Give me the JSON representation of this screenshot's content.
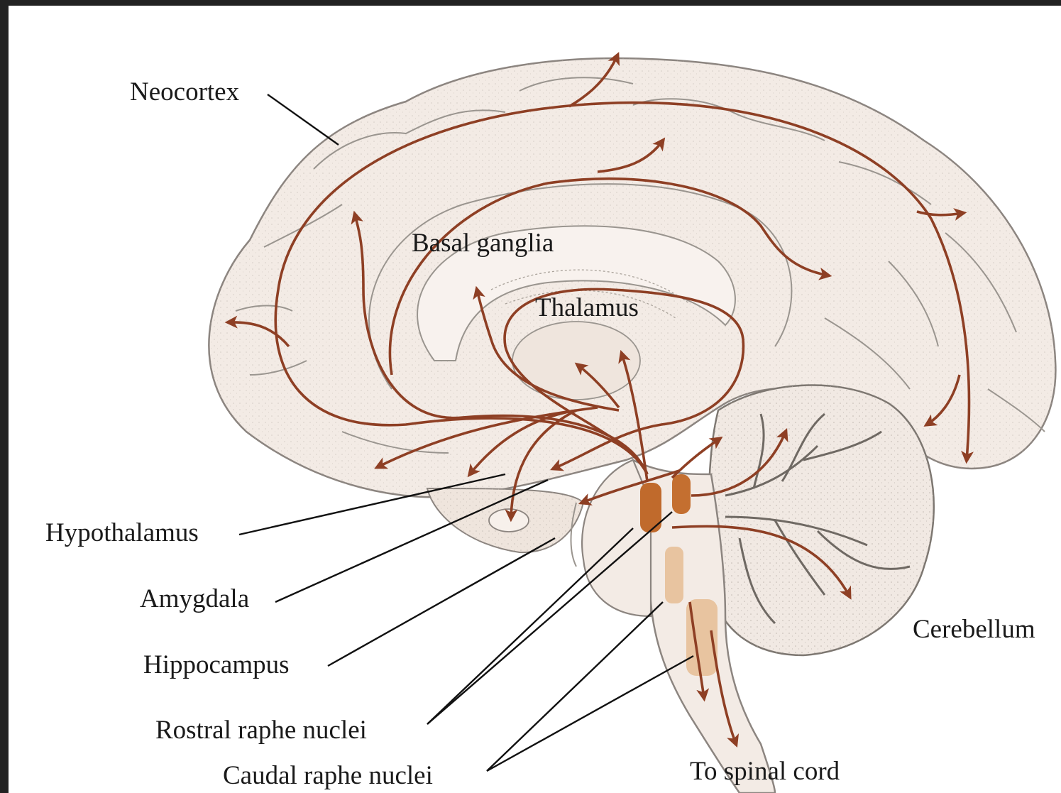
{
  "labels": {
    "neocortex": "Neocortex",
    "basal_ganglia": "Basal ganglia",
    "thalamus": "Thalamus",
    "hypothalamus": "Hypothalamus",
    "amygdala": "Amygdala",
    "hippocampus": "Hippocampus",
    "rostral_raphe": "Rostral raphe nuclei",
    "caudal_raphe": "Caudal raphe nuclei",
    "cerebellum": "Cerebellum",
    "spinal_cord": "To spinal cord"
  },
  "colors": {
    "background_frame": "#222222",
    "page": "#ffffff",
    "brain_fill": "#f3ebe5",
    "brain_outline": "#8c8580",
    "projection_arrow": "#8e3f24",
    "rostral_nuclei": "#c06a2c",
    "caudal_nuclei": "#e8c4a0",
    "leader_line": "#111111"
  }
}
